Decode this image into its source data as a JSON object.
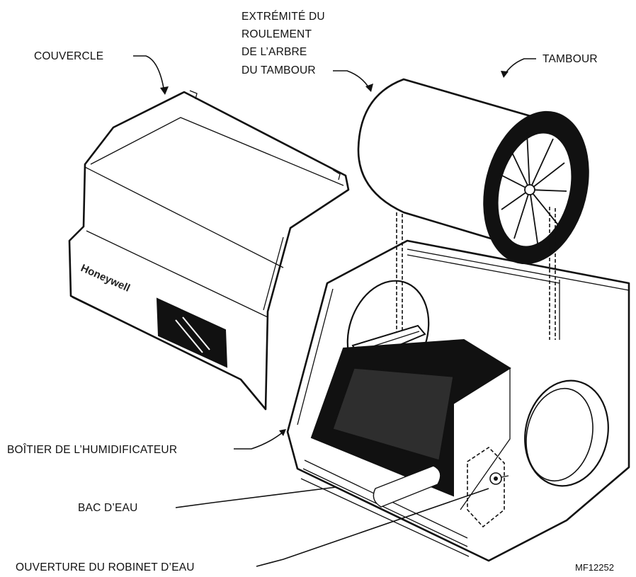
{
  "labels": {
    "cover": "COUVERCLE",
    "shaft_line1": "EXTRÉMITÉ DU",
    "shaft_line2": "ROULEMENT",
    "shaft_line3": "DE L’ARBRE",
    "shaft_line4": "DU TAMBOUR",
    "drum": "TAMBOUR",
    "housing": "BOÎTIER DE L’HUMIDIFICATEUR",
    "pan": "BAC D’EAU",
    "valve_opening": "OUVERTURE DU ROBINET D’EAU"
  },
  "brand": "Honeywell",
  "figure_code": "MF12252",
  "colors": {
    "ink": "#111111",
    "paper": "#ffffff"
  }
}
